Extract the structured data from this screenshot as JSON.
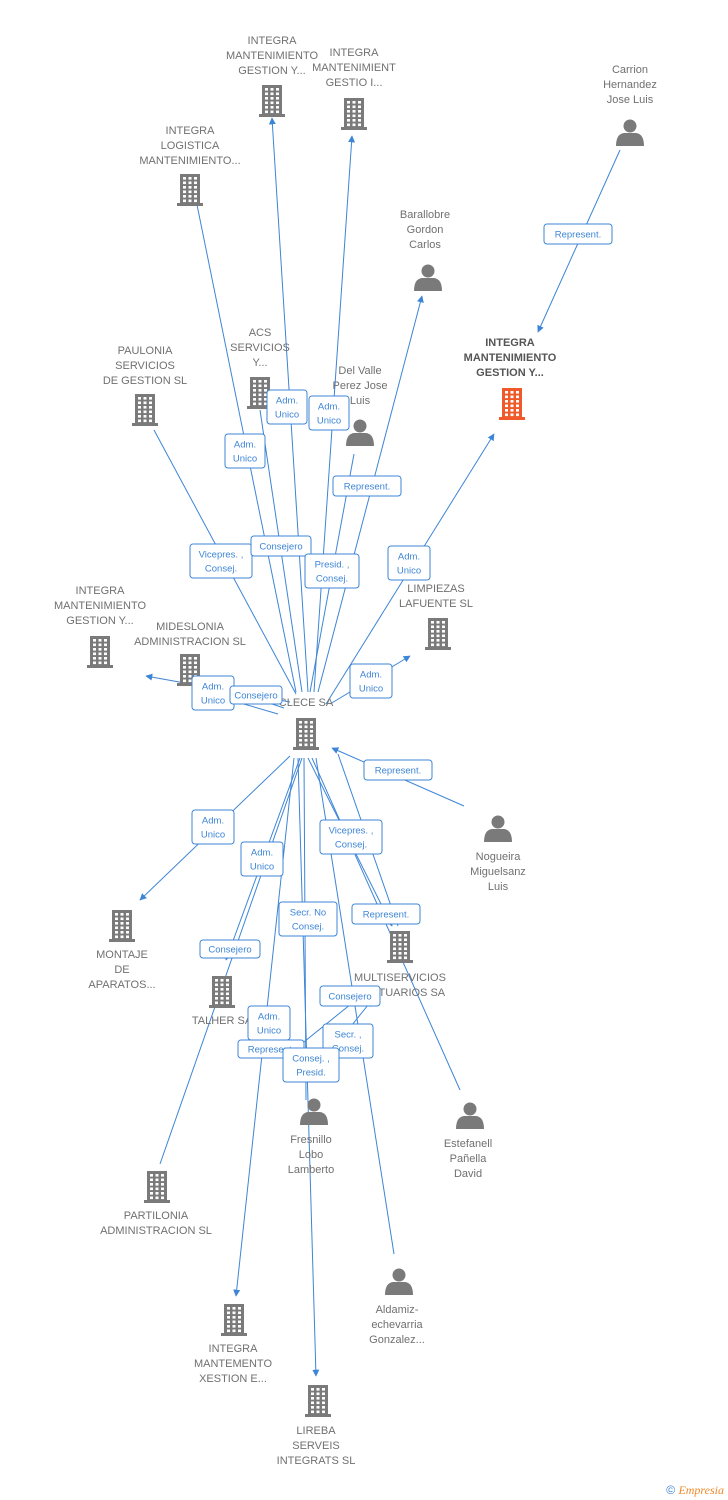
{
  "footer": {
    "copyright": "©",
    "brand": "Empresia"
  },
  "colors": {
    "edge": "#3d85d6",
    "node": "#7a7a7a",
    "highlight": "#f05a2a"
  },
  "nodes": [
    {
      "id": "integra-mant-gestion-top",
      "type": "company",
      "lines": [
        "INTEGRA",
        "MANTENIMIENTO",
        "GESTION Y..."
      ]
    },
    {
      "id": "integra-mantenimient-gestio",
      "type": "company",
      "lines": [
        "INTEGRA",
        "MANTENIMIENT",
        "GESTIO I..."
      ]
    },
    {
      "id": "carrion",
      "type": "person",
      "lines": [
        "Carrion",
        "Hernandez",
        "Jose Luis"
      ]
    },
    {
      "id": "integra-logistica",
      "type": "company",
      "lines": [
        "INTEGRA",
        "LOGISTICA",
        "MANTENIMIENTO..."
      ]
    },
    {
      "id": "barallobre",
      "type": "person",
      "lines": [
        "Barallobre",
        "Gordon",
        "Carlos"
      ]
    },
    {
      "id": "integra-focus",
      "type": "company",
      "highlight": true,
      "lines": [
        "INTEGRA",
        "MANTENIMIENTO",
        "GESTION Y..."
      ]
    },
    {
      "id": "paulonia",
      "type": "company",
      "lines": [
        "PAULONIA",
        "SERVICIOS",
        "DE GESTION SL"
      ]
    },
    {
      "id": "acs",
      "type": "company",
      "lines": [
        "ACS",
        "SERVICIOS",
        "Y..."
      ]
    },
    {
      "id": "del-valle",
      "type": "person",
      "lines": [
        "Del Valle",
        "Perez Jose",
        "Luis"
      ]
    },
    {
      "id": "integra-mant-left",
      "type": "company",
      "lines": [
        "INTEGRA",
        "MANTENIMIENTO",
        "GESTION Y..."
      ]
    },
    {
      "id": "mideslonia",
      "type": "company",
      "lines": [
        "MIDESLONIA",
        "ADMINISTRACION SL"
      ]
    },
    {
      "id": "limpiezas",
      "type": "company",
      "lines": [
        "LIMPIEZAS",
        "LAFUENTE SL"
      ]
    },
    {
      "id": "clece",
      "type": "company",
      "lines": [
        "CLECE SA"
      ]
    },
    {
      "id": "nogueira",
      "type": "person",
      "lines": [
        "Nogueira",
        "Miguelsanz",
        "Luis"
      ]
    },
    {
      "id": "montaje",
      "type": "company",
      "lines": [
        "MONTAJE",
        "DE",
        "APARATOS..."
      ]
    },
    {
      "id": "multiservicios",
      "type": "company",
      "lines": [
        "MULTISERVICIOS",
        "PORTUARIOS SA"
      ]
    },
    {
      "id": "talher",
      "type": "company",
      "lines": [
        "TALHER SA"
      ]
    },
    {
      "id": "fresnillo",
      "type": "person",
      "lines": [
        "Fresnillo",
        "Lobo",
        "Lamberto"
      ]
    },
    {
      "id": "estefanell",
      "type": "person",
      "lines": [
        "Estefanell",
        "Pañella",
        "David"
      ]
    },
    {
      "id": "partilonia",
      "type": "company",
      "lines": [
        "PARTILONIA",
        "ADMINISTRACION SL"
      ]
    },
    {
      "id": "aldamiz",
      "type": "person",
      "lines": [
        "Aldamiz-",
        "echevarria",
        "Gonzalez..."
      ]
    },
    {
      "id": "integra-mantemento-xestion",
      "type": "company",
      "lines": [
        "INTEGRA",
        "MANTEMENTO",
        "XESTION E..."
      ]
    },
    {
      "id": "lireba",
      "type": "company",
      "lines": [
        "LIREBA",
        "SERVEIS",
        "INTEGRATS SL"
      ]
    }
  ],
  "edge_labels": [
    {
      "id": "e-carrion",
      "lines": [
        "Represent."
      ]
    },
    {
      "id": "e-acs-1",
      "lines": [
        "Adm.",
        "Unico"
      ]
    },
    {
      "id": "e-acs-2",
      "lines": [
        "Adm.",
        "Unico"
      ]
    },
    {
      "id": "e-paulonia-adm",
      "lines": [
        "Adm.",
        "Unico"
      ]
    },
    {
      "id": "e-delvalle",
      "lines": [
        "Represent."
      ]
    },
    {
      "id": "e-paulonia-vice",
      "lines": [
        "Vicepres. ,",
        "Consej."
      ]
    },
    {
      "id": "e-consejero-top",
      "lines": [
        "Consejero"
      ]
    },
    {
      "id": "e-presid",
      "lines": [
        "Presid. ,",
        "Consej."
      ]
    },
    {
      "id": "e-integra-focus",
      "lines": [
        "Adm.",
        "Unico"
      ]
    },
    {
      "id": "e-limpiezas",
      "lines": [
        "Adm.",
        "Unico"
      ]
    },
    {
      "id": "e-mideslonia-adm",
      "lines": [
        "Adm.",
        "Unico"
      ]
    },
    {
      "id": "e-mideslonia-cons",
      "lines": [
        "Consejero"
      ]
    },
    {
      "id": "e-nogueira",
      "lines": [
        "Represent."
      ]
    },
    {
      "id": "e-montaje",
      "lines": [
        "Adm.",
        "Unico"
      ]
    },
    {
      "id": "e-talher-adm",
      "lines": [
        "Adm.",
        "Unico"
      ]
    },
    {
      "id": "e-estefanell",
      "lines": [
        "Vicepres. ,",
        "Consej."
      ]
    },
    {
      "id": "e-secr-no",
      "lines": [
        "Secr.  No",
        "Consej."
      ]
    },
    {
      "id": "e-multi-rep",
      "lines": [
        "Represent."
      ]
    },
    {
      "id": "e-partilonia",
      "lines": [
        "Consejero"
      ]
    },
    {
      "id": "e-multi-cons",
      "lines": [
        "Consejero"
      ]
    },
    {
      "id": "e-fresnillo-adm",
      "lines": [
        "Adm.",
        "Unico"
      ]
    },
    {
      "id": "e-secr-consej",
      "lines": [
        "Secr. ,",
        "Consej."
      ]
    },
    {
      "id": "e-fresnillo-rep",
      "lines": [
        "Represent."
      ]
    },
    {
      "id": "e-consej-presid",
      "lines": [
        "Consej. ,",
        "Presid."
      ]
    }
  ]
}
